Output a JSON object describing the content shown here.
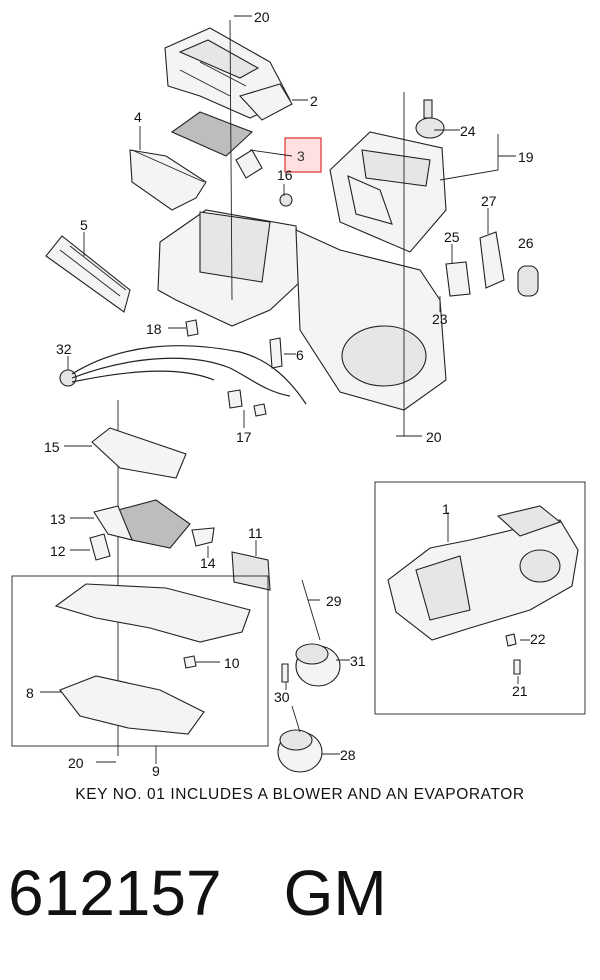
{
  "diagram": {
    "callouts": [
      "20",
      "2",
      "4",
      "3",
      "16",
      "24",
      "19",
      "5",
      "27",
      "25",
      "26",
      "23",
      "18",
      "6",
      "32",
      "20",
      "17",
      "15",
      "13",
      "12",
      "14",
      "11",
      "29",
      "10",
      "31",
      "8",
      "30",
      "20",
      "9",
      "28",
      "1",
      "22",
      "21"
    ],
    "highlight_color": "#e03030"
  },
  "caption": "KEY NO. 01 INCLUDES A BLOWER AND AN EVAPORATOR",
  "part_number": "612157",
  "brand": "GM"
}
